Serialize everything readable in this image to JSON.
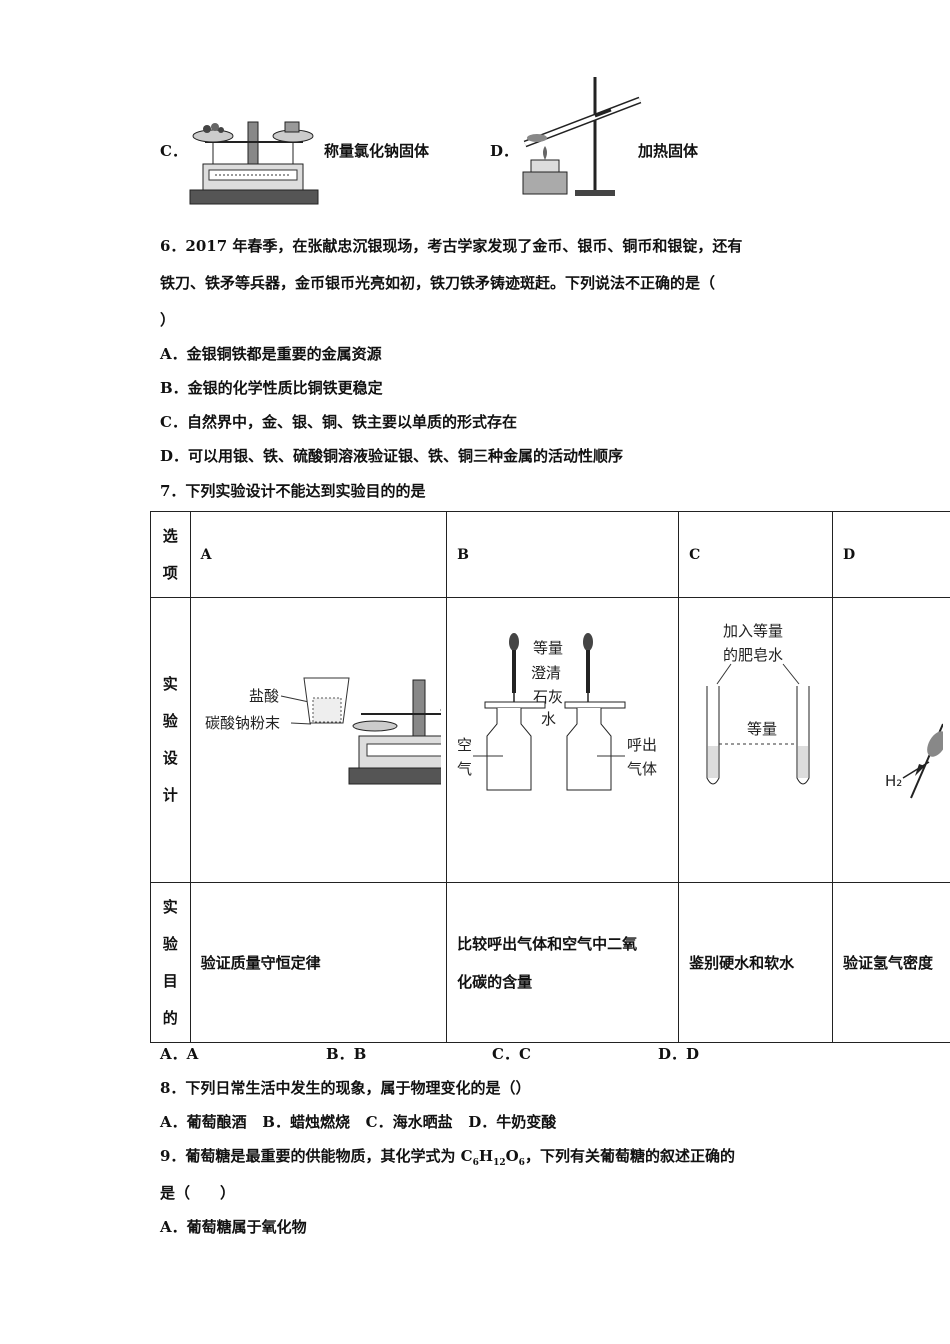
{
  "q5_options": {
    "c": {
      "letter": "C．",
      "caption": "称量氯化钠固体"
    },
    "d": {
      "letter": "D．",
      "caption": "加热固体"
    }
  },
  "q6": {
    "line1": "6．2017 年春季，在张献忠沉银现场，考古学家发现了金币、银币、铜币和银锭，还有",
    "line2": "铁刀、铁矛等兵器，金币银币光亮如初，铁刀铁矛铸迹斑赶。下列说法不正确的是（",
    "line3": "）",
    "options": [
      "A．金银铜铁都是重要的金属资源",
      "B．金银的化学性质比铜铁更稳定",
      "C．自然界中，金、银、铜、铁主要以单质的形式存在",
      "D．可以用银、铁、硫酸铜溶液验证银、铁、铜三种金属的活动性顺序"
    ]
  },
  "q7": {
    "stem": "7．下列实验设计不能达到实验目的的是",
    "row_headers": {
      "option": [
        "选",
        "项"
      ],
      "design": [
        "实",
        "验",
        "设",
        "计"
      ],
      "purpose": [
        "实",
        "验",
        "目",
        "的"
      ]
    },
    "columns": [
      "A",
      "B",
      "C",
      "D"
    ],
    "purposes": [
      "验证质量守恒定律",
      "比较呼出气体和空气中二氧",
      "鉴别硬水和软水",
      "验证氢气密度"
    ],
    "purpose_b_line2": "化碳的含量",
    "figure_labels": {
      "a_acid": "盐酸",
      "a_powder": "碳酸钠粉末",
      "b_reagent": [
        "等量",
        "澄清",
        "石灰",
        "水"
      ],
      "b_air": [
        "空",
        "气"
      ],
      "b_exhaled": [
        "呼出",
        "气体"
      ],
      "c_soap": [
        "加入等量",
        "的肥皂水"
      ],
      "c_equal": "等量",
      "d_gas": "H₂"
    },
    "answers": [
      "A．A",
      "B．B",
      "C．C",
      "D．D"
    ]
  },
  "q8": {
    "stem": "8．下列日常生活中发生的现象，属于物理变化的是（）",
    "options": "A．葡萄酿酒   B．蜡烛燃烧   C．海水晒盐   D．牛奶变酸"
  },
  "q9": {
    "stem_pre": "9．葡萄糖是最重要的供能物质，其化学式为 C",
    "stem_post": "，下列有关葡萄糖的叙述正确的",
    "line2": "是（　　）",
    "optionA": "A．葡萄糖属于氧化物"
  }
}
